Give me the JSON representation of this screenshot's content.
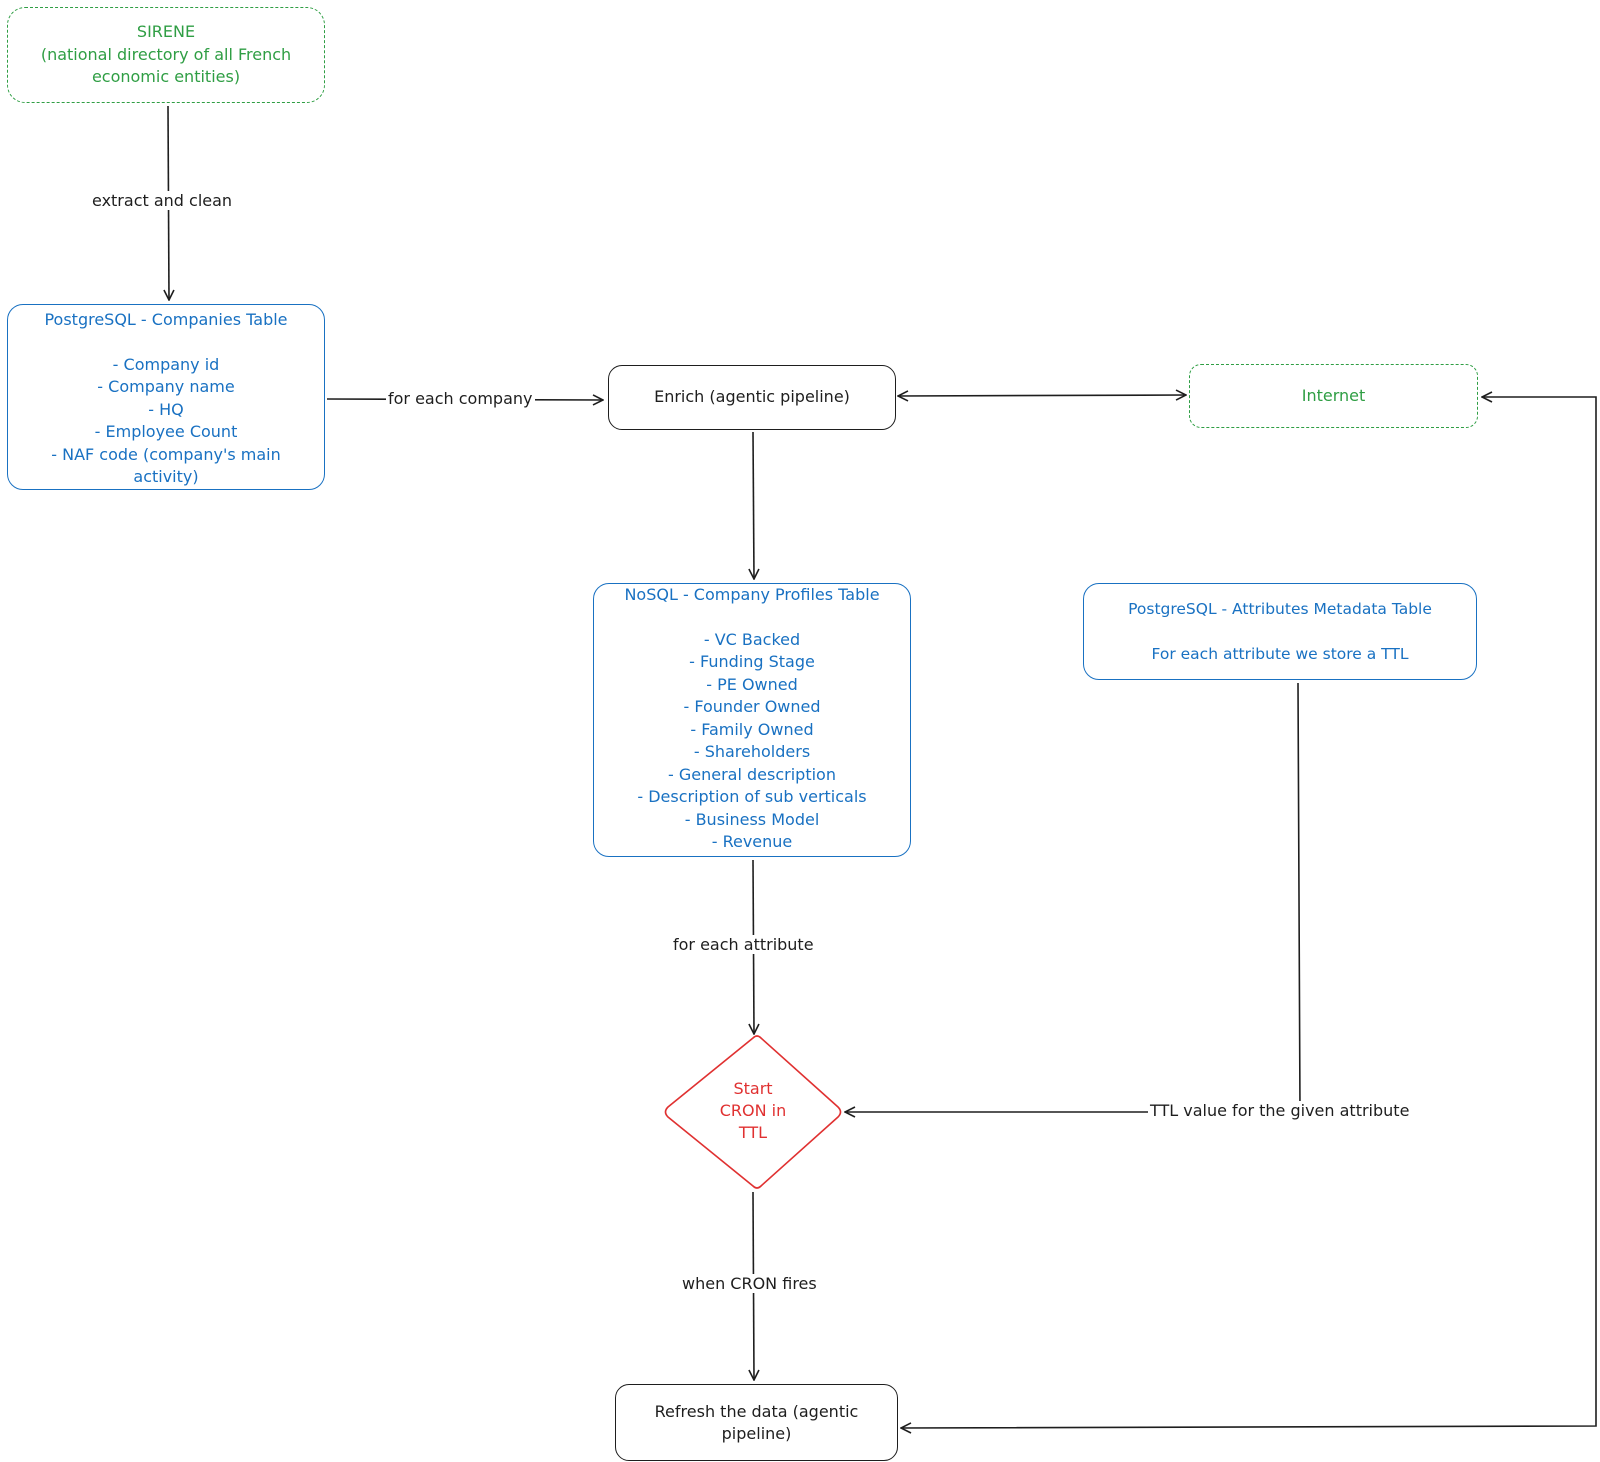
{
  "nodes": {
    "sirene": {
      "lines": [
        "SIRENE",
        "(national directory of all French",
        "economic entities)"
      ]
    },
    "companies_table": {
      "lines": [
        "PostgreSQL - Companies Table",
        "",
        "- Company id",
        "- Company name",
        "- HQ",
        "- Employee Count",
        "- NAF code (company's main",
        "activity)"
      ]
    },
    "enrich": {
      "text": "Enrich (agentic pipeline)"
    },
    "internet": {
      "text": "Internet"
    },
    "profiles_table": {
      "lines": [
        "NoSQL - Company Profiles Table",
        "",
        "- VC Backed",
        "- Funding Stage",
        "- PE Owned",
        "- Founder Owned",
        "- Family Owned",
        "- Shareholders",
        "- General description",
        "- Description of sub verticals",
        "- Business Model",
        "- Revenue"
      ]
    },
    "attributes_table": {
      "lines": [
        "PostgreSQL - Attributes Metadata Table",
        "",
        "For each attribute we store a TTL"
      ]
    },
    "cron": {
      "lines": [
        "Start",
        "CRON in",
        "TTL"
      ]
    },
    "refresh": {
      "lines": [
        "Refresh the data (agentic",
        "pipeline)"
      ]
    }
  },
  "edges": {
    "extract": "extract and clean",
    "for_each_company": "for each company",
    "for_each_attribute": "for each attribute",
    "ttl_value": "TTL value for the given attribute",
    "when_cron": "when CRON fires"
  },
  "colors": {
    "green": "#2f9e44",
    "blue": "#1971c2",
    "red": "#e03131",
    "stroke": "#1e1e1e"
  }
}
